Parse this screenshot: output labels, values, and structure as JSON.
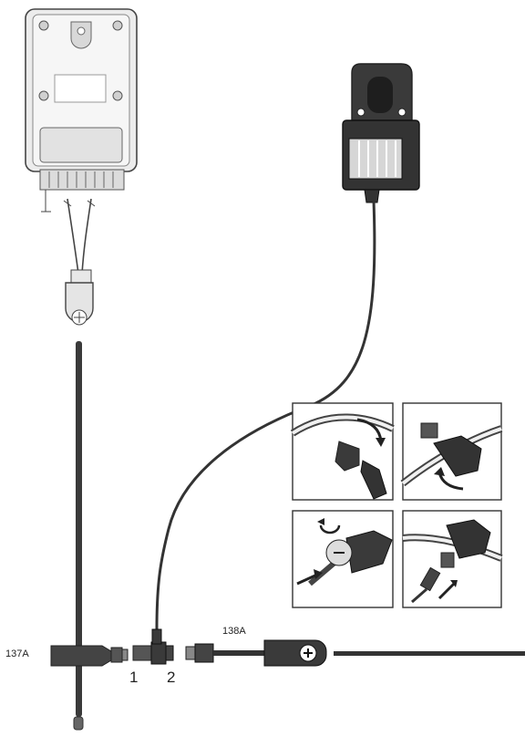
{
  "labels": {
    "connector_137": "137A",
    "connector_138": "138A",
    "step_1": "1",
    "step_2": "2"
  },
  "colors": {
    "stroke": "#2b2b2b",
    "housing_fill": "#ededed",
    "sensor_body": "#333333",
    "panel_border": "#333333",
    "background": "#ffffff"
  },
  "icons": {
    "rotate_arrow": "curved-arrow-icon",
    "push_arrow": "straight-arrow-icon",
    "plus_mark": "plus-icon"
  }
}
